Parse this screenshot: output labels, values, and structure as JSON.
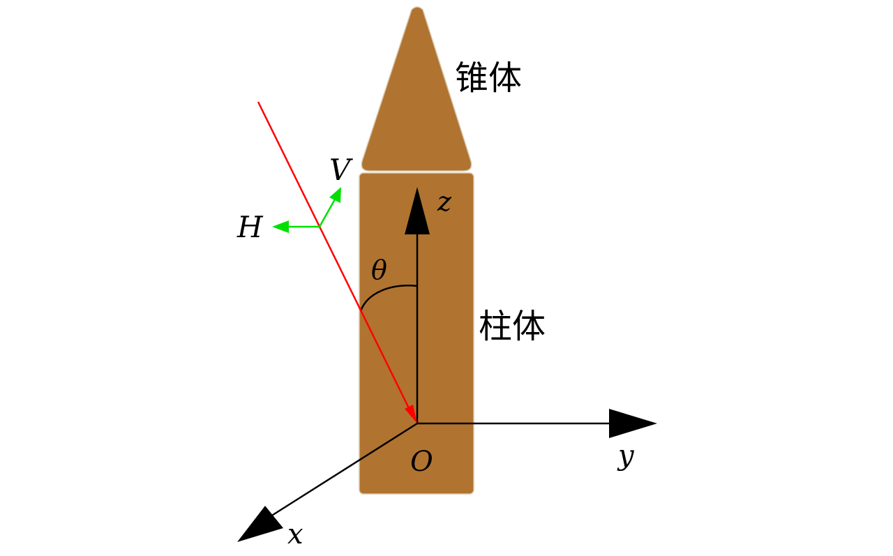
{
  "labels": {
    "cone": "锥体",
    "cylinder": "柱体",
    "axis_z": "z",
    "axis_y": "y",
    "axis_x": "x",
    "origin": "O",
    "angle": "θ",
    "vec_v": "V",
    "vec_h": "H"
  },
  "colors": {
    "body": "#b07430",
    "incident_ray": "#ff0000",
    "polarization": "#00e000",
    "axes": "#000000"
  }
}
